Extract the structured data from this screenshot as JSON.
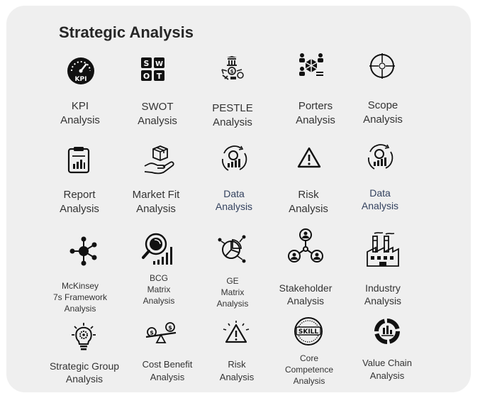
{
  "title": "Strategic Analysis",
  "items": [
    {
      "label": "KPI\nAnalysis",
      "icon": "kpi-gauge-icon"
    },
    {
      "label": "SWOT\nAnalysis",
      "icon": "swot-grid-icon"
    },
    {
      "label": "PESTLE\nAnalysis",
      "icon": "pestle-icon"
    },
    {
      "label": "Porters\nAnalysis",
      "icon": "porters-network-icon"
    },
    {
      "label": "Scope\nAnalysis",
      "icon": "crosshair-icon"
    },
    {
      "label": "Report\nAnalysis",
      "icon": "report-clipboard-icon"
    },
    {
      "label": "Market Fit\nAnalysis",
      "icon": "hand-box-icon"
    },
    {
      "label": "Data\nAnalysis",
      "icon": "data-analysis-icon"
    },
    {
      "label": "Risk\nAnalysis",
      "icon": "warning-triangle-icon"
    },
    {
      "label": "Data\nAnalysis",
      "icon": "data-analysis-icon"
    },
    {
      "label": "McKinsey\n7s Framework\nAnalysis",
      "icon": "network-nodes-icon"
    },
    {
      "label": "BCG\nMatrix\nAnalysis",
      "icon": "magnifier-bars-icon"
    },
    {
      "label": "GE\nMatrix\nAnalysis",
      "icon": "pie-nodes-icon"
    },
    {
      "label": "Stakeholder\nAnalysis",
      "icon": "stakeholder-icon"
    },
    {
      "label": "Industry\nAnalysis",
      "icon": "factory-icon"
    },
    {
      "label": "Strategic Group\nAnalysis",
      "icon": "lightbulb-gear-icon"
    },
    {
      "label": "Cost Benefit\nAnalysis",
      "icon": "seesaw-icon"
    },
    {
      "label": "Risk\nAnalysis",
      "icon": "warning-rays-icon"
    },
    {
      "label": "Core\nCompetence\nAnalysis",
      "icon": "skill-badge-icon"
    },
    {
      "label": "Value Chain\nAnalysis",
      "icon": "value-chain-icon"
    }
  ]
}
